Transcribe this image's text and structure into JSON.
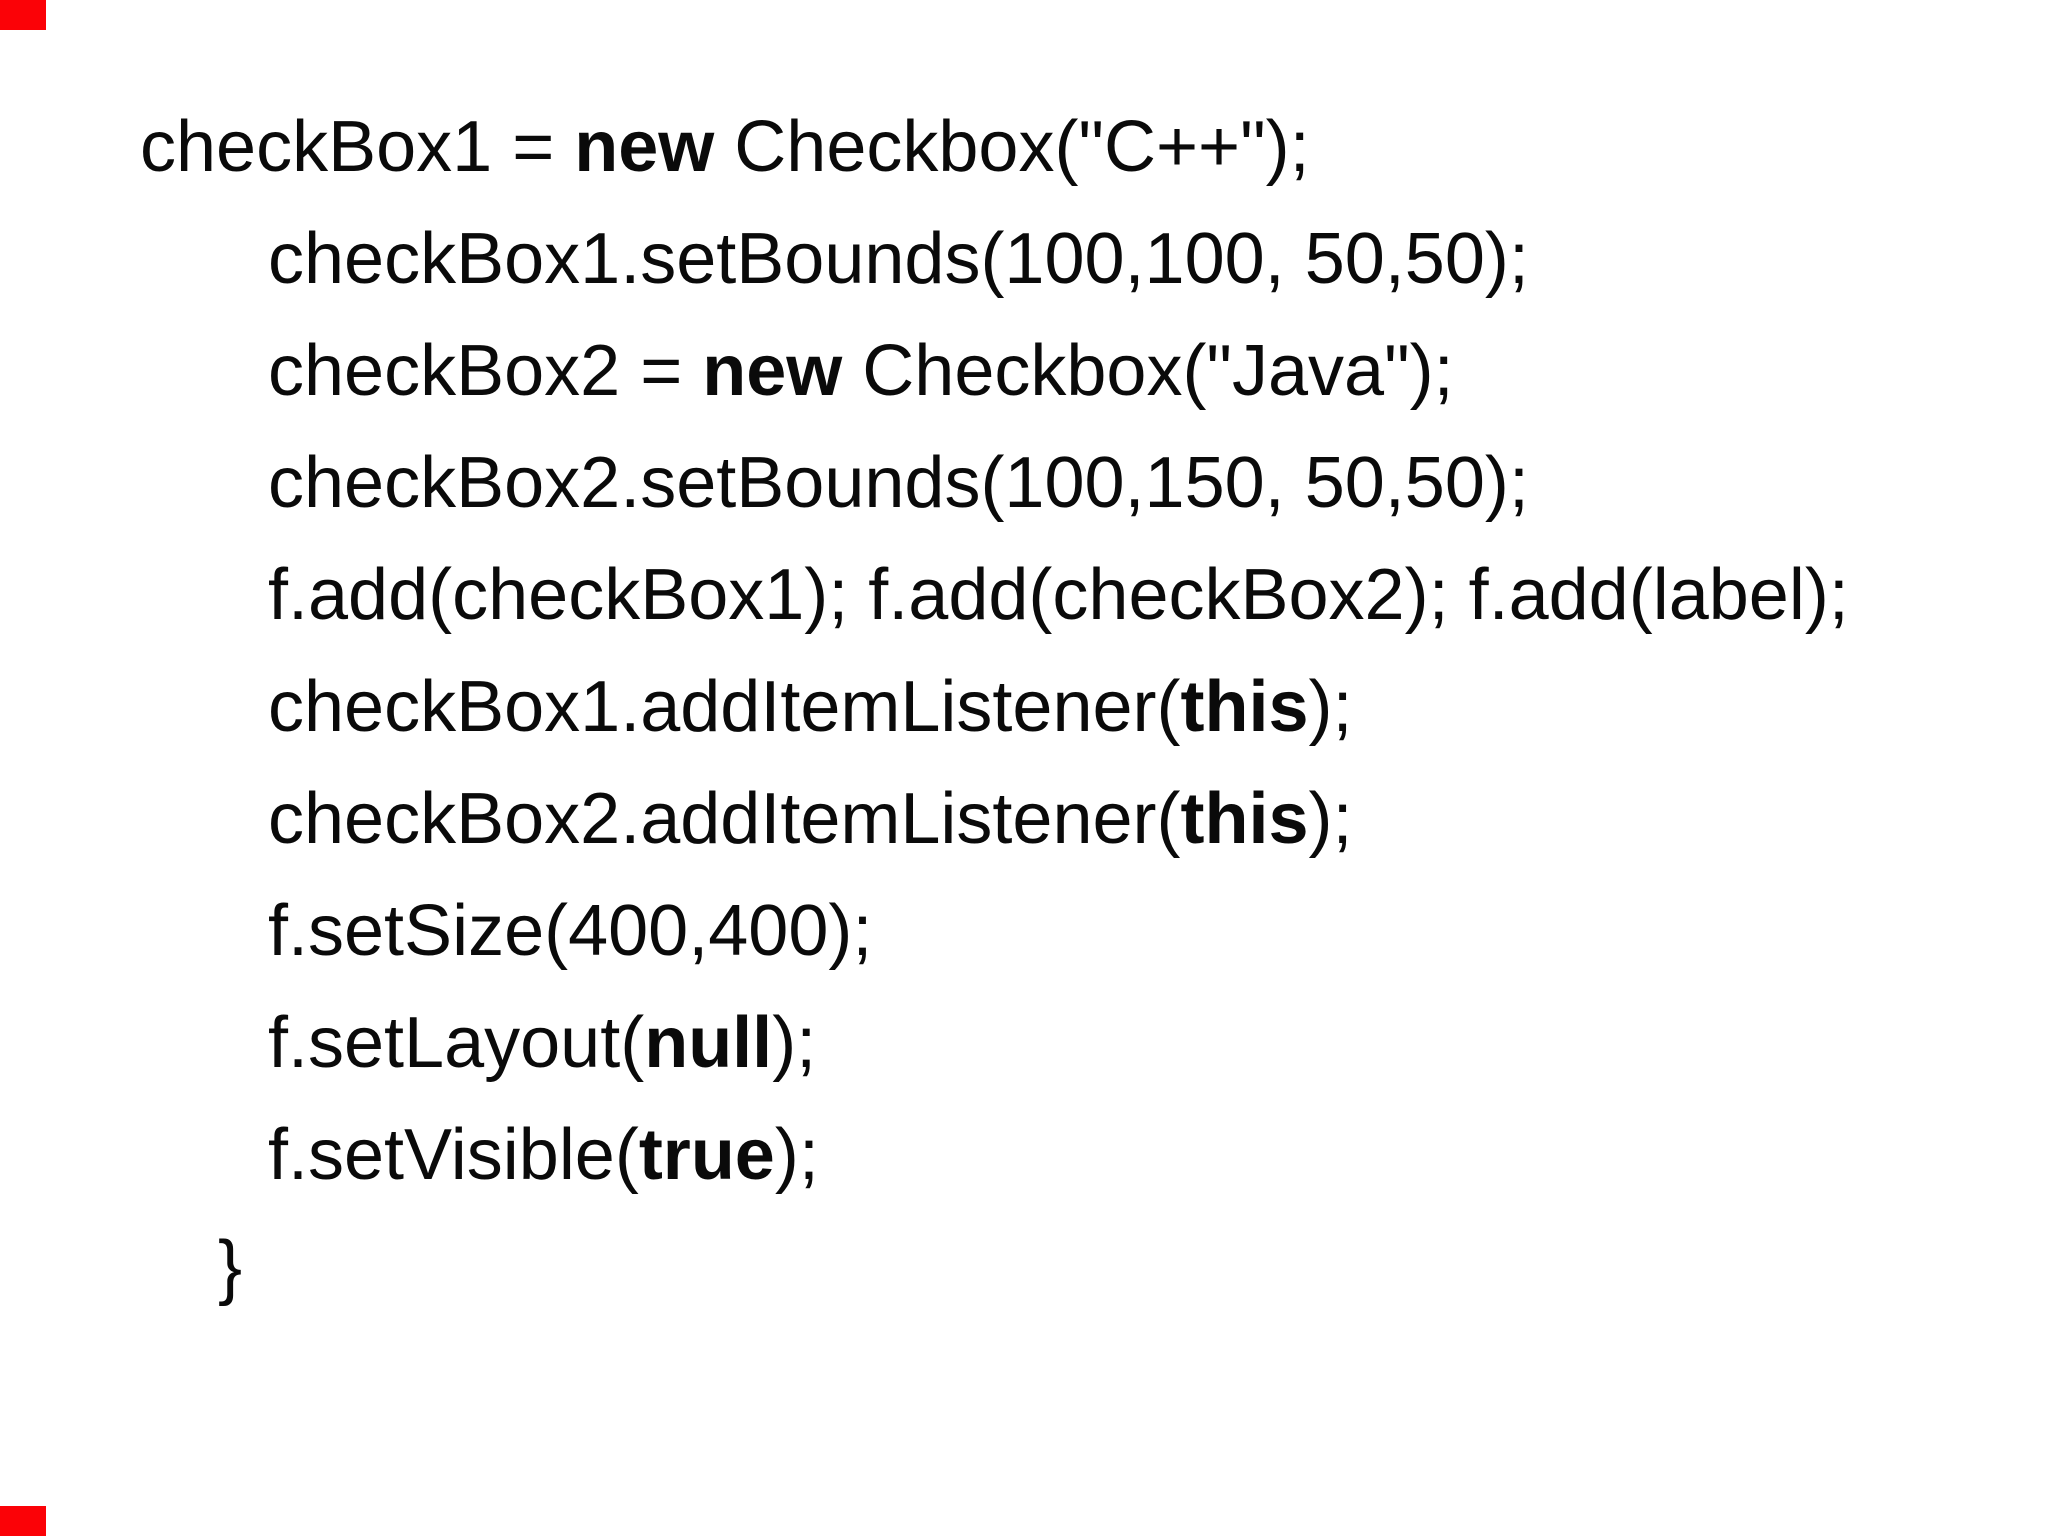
{
  "page": {
    "background": "#ffffff",
    "text_color": "#0a0a0a"
  },
  "corner_markers": {
    "color": "#fb0207",
    "positions": [
      "top-left",
      "bottom-left"
    ]
  },
  "code": {
    "lines": [
      {
        "indent": 0,
        "segments": [
          {
            "text": "checkBox1 = ",
            "bold": false
          },
          {
            "text": "new",
            "bold": true
          },
          {
            "text": " Checkbox(\"C++\");",
            "bold": false
          }
        ]
      },
      {
        "indent": 1,
        "segments": [
          {
            "text": "checkBox1.setBounds(100,100, 50,50);",
            "bold": false
          }
        ]
      },
      {
        "indent": 1,
        "segments": [
          {
            "text": "checkBox2 = ",
            "bold": false
          },
          {
            "text": "new",
            "bold": true
          },
          {
            "text": " Checkbox(\"Java\");",
            "bold": false
          }
        ]
      },
      {
        "indent": 1,
        "segments": [
          {
            "text": "checkBox2.setBounds(100,150, 50,50);",
            "bold": false
          }
        ]
      },
      {
        "indent": 1,
        "segments": [
          {
            "text": "f.add(checkBox1); f.add(checkBox2); f.add(label);",
            "bold": false
          }
        ]
      },
      {
        "indent": 1,
        "segments": [
          {
            "text": "checkBox1.addItemListener(",
            "bold": false
          },
          {
            "text": "this",
            "bold": true
          },
          {
            "text": ");",
            "bold": false
          }
        ]
      },
      {
        "indent": 1,
        "segments": [
          {
            "text": "checkBox2.addItemListener(",
            "bold": false
          },
          {
            "text": "this",
            "bold": true
          },
          {
            "text": ");",
            "bold": false
          }
        ]
      },
      {
        "indent": 1,
        "segments": [
          {
            "text": "f.setSize(400,400);",
            "bold": false
          }
        ]
      },
      {
        "indent": 1,
        "segments": [
          {
            "text": "f.setLayout(",
            "bold": false
          },
          {
            "text": "null",
            "bold": true
          },
          {
            "text": ");",
            "bold": false
          }
        ]
      },
      {
        "indent": 1,
        "segments": [
          {
            "text": "f.setVisible(",
            "bold": false
          },
          {
            "text": "true",
            "bold": true
          },
          {
            "text": ");",
            "bold": false
          }
        ]
      },
      {
        "indent": 2,
        "segments": [
          {
            "text": "}",
            "bold": false
          }
        ]
      }
    ]
  }
}
